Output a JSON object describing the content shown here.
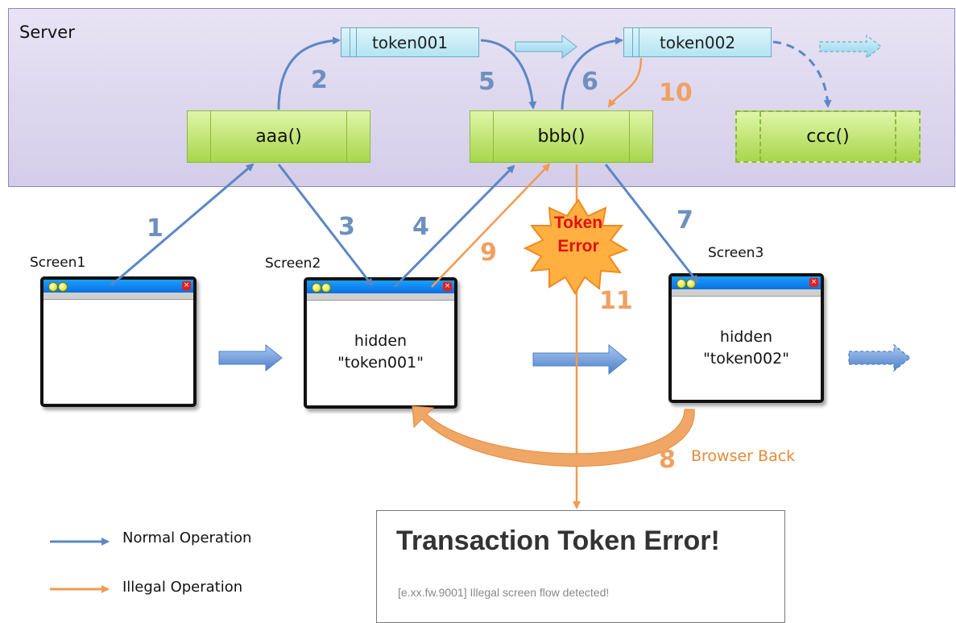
{
  "server": {
    "label": "Server"
  },
  "tokens": {
    "t1": "token001",
    "t2": "token002"
  },
  "methods": {
    "aaa": "aaa()",
    "bbb": "bbb()",
    "ccc": "ccc()"
  },
  "screens": {
    "s1": {
      "label": "Screen1"
    },
    "s2": {
      "label": "Screen2",
      "line1": "hidden",
      "line2": "\"token001\""
    },
    "s3": {
      "label": "Screen3",
      "line1": "hidden",
      "line2": "\"token002\""
    }
  },
  "steps": {
    "n1": "1",
    "n2": "2",
    "n3": "3",
    "n4": "4",
    "n5": "5",
    "n6": "6",
    "n7": "7",
    "n8": "8",
    "n9": "9",
    "n10": "10",
    "n11": "11"
  },
  "browser_back": "Browser Back",
  "token_error": {
    "line1": "Token",
    "line2": "Error"
  },
  "legend": {
    "normal": "Normal Operation",
    "illegal": "Illegal Operation"
  },
  "error_page": {
    "title": "Transaction Token Error!",
    "message": "[e.xx.fw.9001] Illegal screen flow detected!"
  },
  "colors": {
    "normal": "#5b87c4",
    "illegal": "#f29a52",
    "error_text": "#e01010"
  }
}
